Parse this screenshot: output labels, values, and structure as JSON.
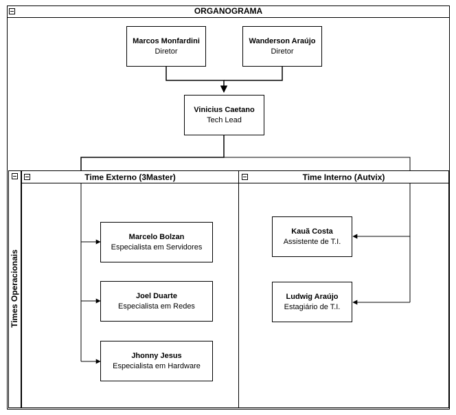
{
  "diagram": {
    "title": "ORGANOGRAMA",
    "lanes_label": "Times Operacionais",
    "directors": [
      {
        "name": "Marcos Monfardini",
        "role": "Diretor"
      },
      {
        "name": "Wanderson Araújo",
        "role": "Diretor"
      }
    ],
    "lead": {
      "name": "Vinicius Caetano",
      "role": "Tech Lead"
    },
    "teams": [
      {
        "title": "Time Externo  (3Master)",
        "members": [
          {
            "name": "Marcelo Bolzan",
            "role": "Especialista em Servidores"
          },
          {
            "name": "Joel Duarte",
            "role": "Especialista em Redes"
          },
          {
            "name": "Jhonny Jesus",
            "role": "Especialista em Hardware"
          }
        ]
      },
      {
        "title": "Time Interno (Autvix)",
        "members": [
          {
            "name": "Kauã Costa",
            "role": "Assistente de T.I."
          },
          {
            "name": "Ludwig Araújo",
            "role": "Estagiário de T.I."
          }
        ]
      }
    ]
  }
}
